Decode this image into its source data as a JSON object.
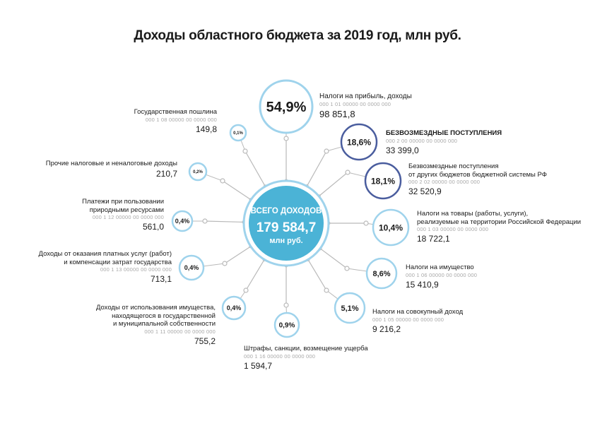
{
  "title": "Доходы областного бюджета за 2019 год, млн руб.",
  "center": {
    "line1": "ВСЕГО ДОХОДОВ",
    "value": "179 584,7",
    "unit": "млн руб."
  },
  "colors": {
    "center_fill": "#4bb3d6",
    "light_ring": "#9fd3ec",
    "dark_ring": "#4a5d9e",
    "connector": "#b9b9b9"
  },
  "items": [
    {
      "id": "profit-tax",
      "pct": "54,9%",
      "name": [
        "Налоги на прибыль, доходы"
      ],
      "code": "000 1 01 00000 00 0000 000",
      "value": "98 851,8",
      "ring": "light"
    },
    {
      "id": "gratuitous",
      "pct": "18,6%",
      "name": [
        "БЕЗВОЗМЕЗДНЫЕ ПОСТУПЛЕНИЯ"
      ],
      "code": "000 2 00 00000 00 0000 000",
      "value": "33 399,0",
      "ring": "dark"
    },
    {
      "id": "transfers",
      "pct": "18,1%",
      "name": [
        "Безвозмездные поступления",
        "от других бюджетов бюджетной системы РФ"
      ],
      "code": "000 2 02 00000 00 0000 000",
      "value": "32 520,9",
      "ring": "dark"
    },
    {
      "id": "goods-tax",
      "pct": "10,4%",
      "name": [
        "Налоги на товары (работы, услуги),",
        "реализуемые на территории Российской Федерации"
      ],
      "code": "000 1 03 00000 00 0000 000",
      "value": "18 722,1",
      "ring": "light"
    },
    {
      "id": "property-tax",
      "pct": "8,6%",
      "name": [
        "Налоги на имущество"
      ],
      "code": "000 1 06 00000 00 0000 000",
      "value": "15 410,9",
      "ring": "light"
    },
    {
      "id": "aggregate-tax",
      "pct": "5,1%",
      "name": [
        "Налоги на совокупный доход"
      ],
      "code": "000 1 05 00000 00 0000 000",
      "value": "9 216,2",
      "ring": "light"
    },
    {
      "id": "fines",
      "pct": "0,9%",
      "name": [
        "Штрафы, санкции, возмещение ущерба"
      ],
      "code": "000 1 16 00000 00 0000 000",
      "value": "1 594,7",
      "ring": "light"
    },
    {
      "id": "property-use",
      "pct": "0,4%",
      "name": [
        "Доходы от использования имущества,",
        "находящегося в государственной",
        "и муниципальной собственности"
      ],
      "code": "000 1 11 00000 00 0000 000",
      "value": "755,2",
      "ring": "light"
    },
    {
      "id": "paid-services",
      "pct": "0,4%",
      "name": [
        "Доходы от оказания платных услуг (работ)",
        "и компенсации затрат государства"
      ],
      "code": "000 1 13 00000 00 0000 000",
      "value": "713,1",
      "ring": "light"
    },
    {
      "id": "natural-resources",
      "pct": "0,4%",
      "name": [
        "Платежи при пользовании",
        "природными ресурсами"
      ],
      "code": "000 1 12 00000 00 0000 000",
      "value": "561,0",
      "ring": "light"
    },
    {
      "id": "other-revenue",
      "pct": "0,2%",
      "name": [
        "Прочие налоговые и неналоговые доходы"
      ],
      "code": "",
      "value": "210,7",
      "ring": "light"
    },
    {
      "id": "state-duty",
      "pct": "0,1%",
      "name": [
        "Государственная пошлина"
      ],
      "code": "000 1 08 00000 00 0000 000",
      "value": "149,8",
      "ring": "light"
    }
  ]
}
